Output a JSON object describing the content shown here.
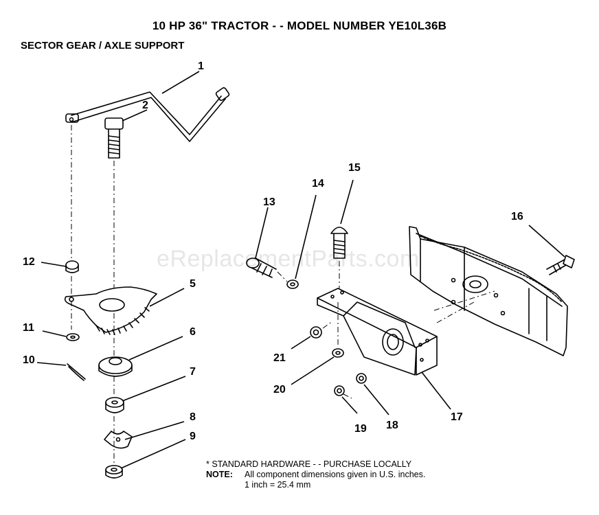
{
  "header": {
    "title": "10 HP 36\" TRACTOR - - MODEL NUMBER YE10L36B",
    "subtitle": "SECTOR GEAR / AXLE SUPPORT"
  },
  "watermark": "eReplacementParts.com",
  "callouts": [
    "1",
    "2",
    "5",
    "6",
    "7",
    "8",
    "9",
    "10",
    "11",
    "12",
    "13",
    "14",
    "15",
    "16",
    "17",
    "18",
    "19",
    "20",
    "21"
  ],
  "footer": {
    "standard_hardware": "* STANDARD HARDWARE - - PURCHASE LOCALLY",
    "note_label": "NOTE:",
    "note_text": "All component dimensions given in U.S. inches.",
    "conversion": "1 inch = 25.4 mm"
  }
}
